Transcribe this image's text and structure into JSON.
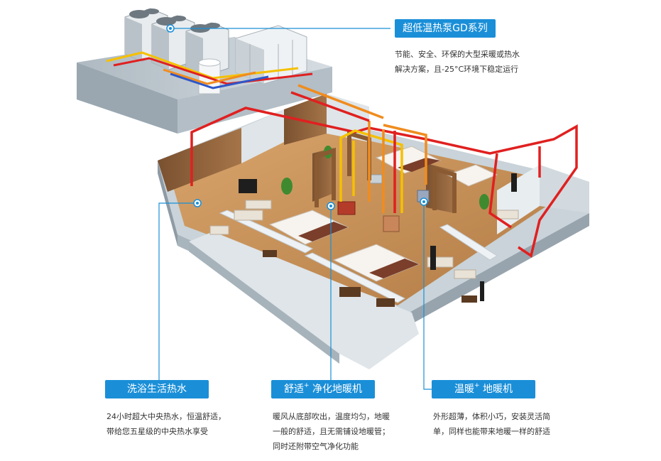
{
  "callouts": {
    "top": {
      "title": "超低温热泵GD系列",
      "lines": [
        "节能、安全、环保的大型采暖或热水",
        "解决方案，且-25°C环境下稳定运行"
      ]
    },
    "left": {
      "title": "洗浴生活热水",
      "lines": [
        "24小时超大中央热水，恒温舒适，",
        "带给您五星级的中央热水享受"
      ]
    },
    "center": {
      "title_main": "舒适",
      "title_sup": "+",
      "title_rest": " 净化地暖机",
      "lines": [
        "暖风从底部吹出，温度均匀，地暖",
        "一般的舒适，且无需铺设地暖管；",
        "同时还附带空气净化功能"
      ]
    },
    "right": {
      "title_main": "温暖",
      "title_sup": "+",
      "title_rest": " 地暖机",
      "lines": [
        "外形超薄，体积小巧，安装灵活简",
        "单，同样也能带来地暖一样的舒适"
      ]
    }
  },
  "colors": {
    "accent": "#1a8fd8",
    "hot_pipe": "#e02020",
    "warm_pipe": "#f5c000",
    "mid_pipe": "#f08c1e",
    "floor": "#c8925a",
    "wall": "#cfd8de"
  }
}
